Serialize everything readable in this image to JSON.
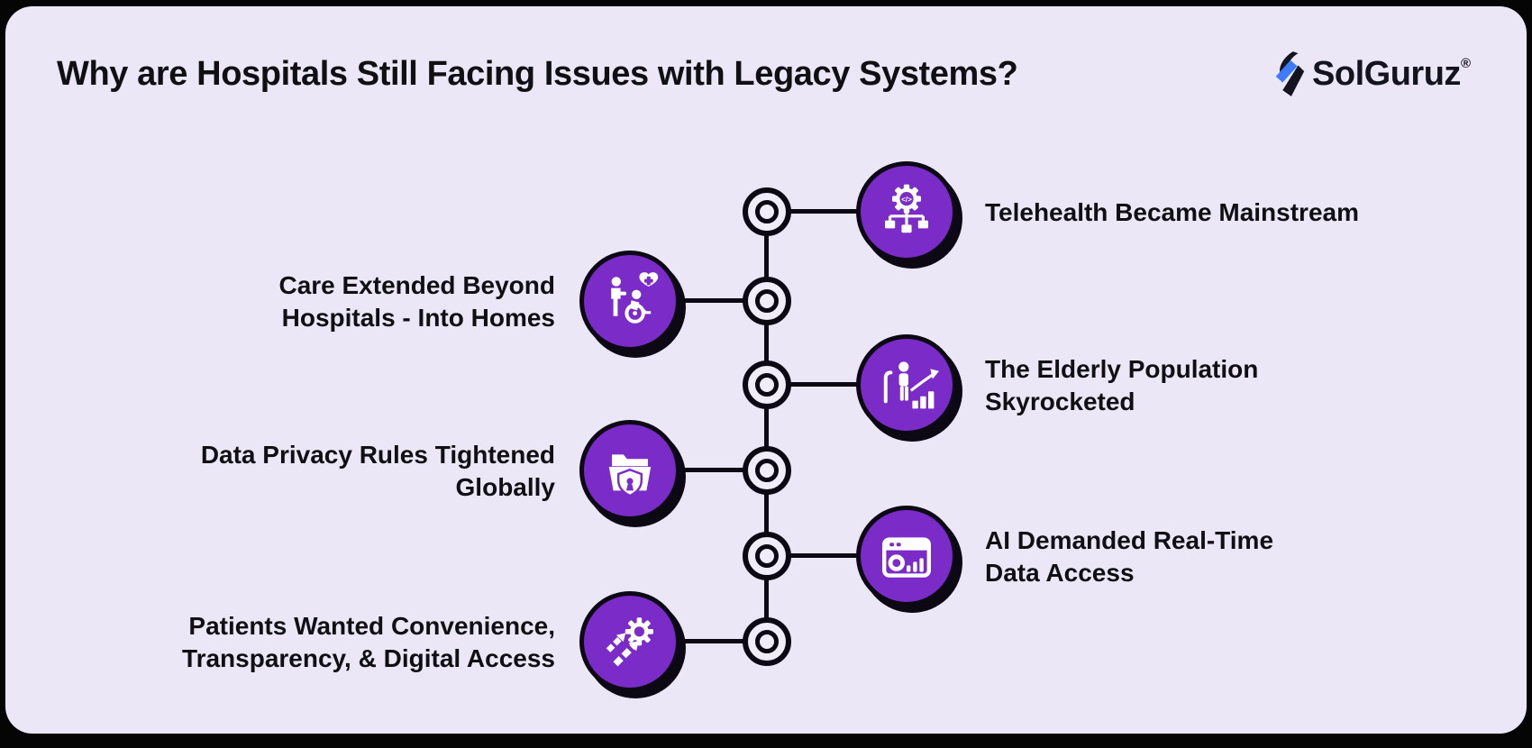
{
  "header": {
    "title": "Why are Hospitals Still Facing Issues with Legacy Systems?",
    "logo": {
      "brand": "SolGuruz",
      "registered": "®"
    }
  },
  "timeline": {
    "items": [
      {
        "side": "right",
        "icon": "telehealth-network-icon",
        "label": "Telehealth Became Mainstream",
        "lines": [
          "Telehealth Became Mainstream"
        ]
      },
      {
        "side": "left",
        "icon": "home-care-icon",
        "label": "Care Extended Beyond Hospitals - Into Homes",
        "lines": [
          "Care Extended Beyond",
          "Hospitals - Into Homes"
        ]
      },
      {
        "side": "right",
        "icon": "elderly-population-icon",
        "label": "The Elderly Population Skyrocketed",
        "lines": [
          "The Elderly Population",
          "Skyrocketed"
        ]
      },
      {
        "side": "left",
        "icon": "data-privacy-icon",
        "label": "Data Privacy Rules Tightened Globally",
        "lines": [
          "Data Privacy Rules Tightened",
          "Globally"
        ]
      },
      {
        "side": "right",
        "icon": "ai-dashboard-icon",
        "label": "AI Demanded Real-Time Data Access",
        "lines": [
          "AI Demanded Real-Time",
          "Data Access"
        ]
      },
      {
        "side": "left",
        "icon": "patient-experience-icon",
        "label": "Patients Wanted Convenience, Transparency, & Digital Access",
        "lines": [
          "Patients Wanted Convenience,",
          "Transparency, & Digital Access"
        ]
      }
    ]
  },
  "colors": {
    "background_frame": "#050506",
    "card": "#ECE7F6",
    "accent_purple": "#7A2BC8",
    "outline_black": "#0C0814",
    "node_fill": "#F1ECFA",
    "text": "#101014",
    "logo_blue": "#3E7BFA",
    "icon_glyph": "#FFFFFF"
  }
}
